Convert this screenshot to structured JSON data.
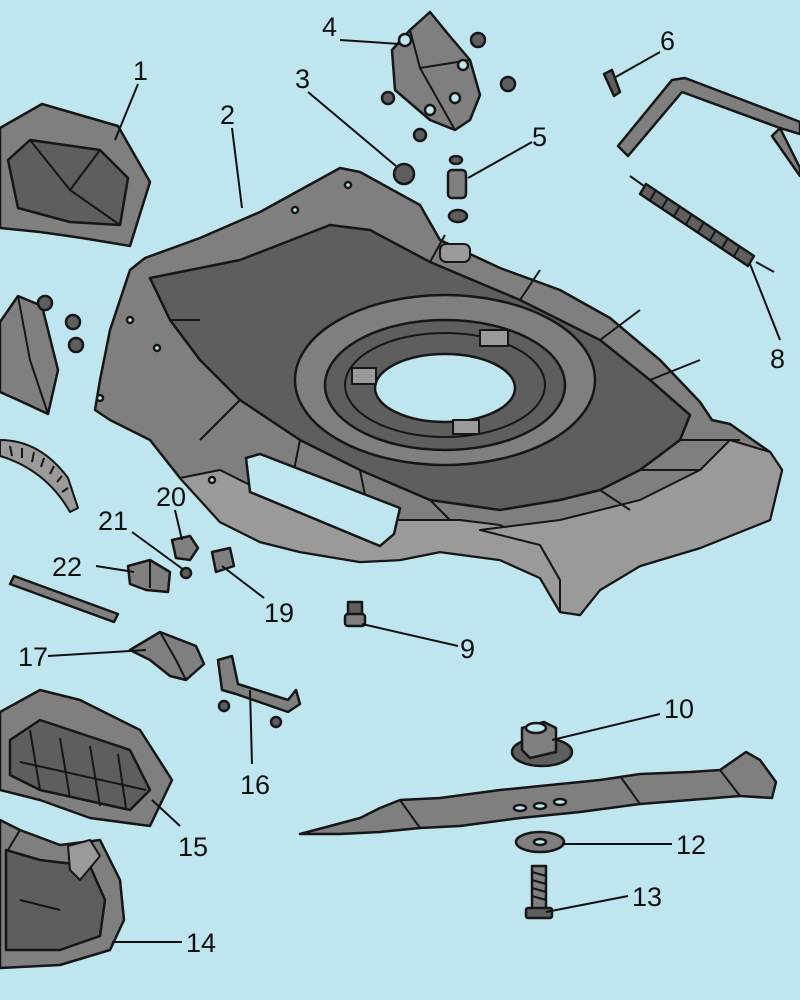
{
  "diagram": {
    "background": "#bfe6ef",
    "part_fill": "#7f7f7f",
    "outline": "#161616",
    "callouts": [
      {
        "id": "1",
        "label": "1"
      },
      {
        "id": "2",
        "label": "2"
      },
      {
        "id": "3",
        "label": "3"
      },
      {
        "id": "4",
        "label": "4"
      },
      {
        "id": "5",
        "label": "5"
      },
      {
        "id": "6",
        "label": "6"
      },
      {
        "id": "8",
        "label": "8"
      },
      {
        "id": "9",
        "label": "9"
      },
      {
        "id": "10",
        "label": "10"
      },
      {
        "id": "12",
        "label": "12"
      },
      {
        "id": "13",
        "label": "13"
      },
      {
        "id": "14",
        "label": "14"
      },
      {
        "id": "15",
        "label": "15"
      },
      {
        "id": "16",
        "label": "16"
      },
      {
        "id": "17",
        "label": "17"
      },
      {
        "id": "19",
        "label": "19"
      },
      {
        "id": "20",
        "label": "20"
      },
      {
        "id": "21",
        "label": "21"
      },
      {
        "id": "22",
        "label": "22"
      }
    ]
  }
}
